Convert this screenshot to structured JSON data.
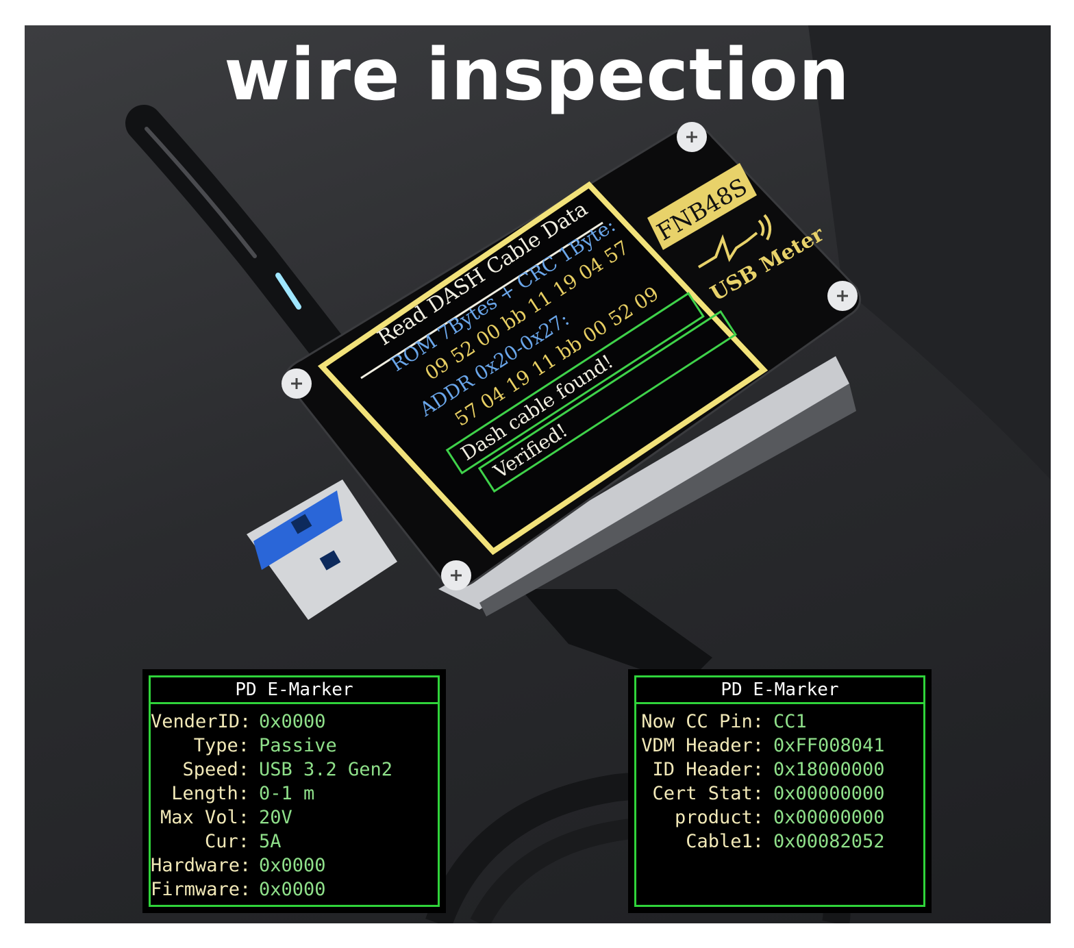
{
  "headline": "wire inspection",
  "device": {
    "model": "FNB48S",
    "product_line": "USB Meter",
    "screen": {
      "title": "Read DASH Cable Data",
      "rom_label": "ROM 7Bytes + CRC 1Byte:",
      "rom_bytes": "09 52 00 bb 11 19 04 57",
      "addr_label": "ADDR 0x20-0x27:",
      "addr_bytes": "57 04 19 11 bb 00 52 09",
      "status_found": "Dash cable found!",
      "status_verified": "Verified!"
    }
  },
  "panels": [
    {
      "title": "PD E-Marker",
      "rows": [
        {
          "label": "VenderID:",
          "value": "0x0000"
        },
        {
          "label": "Type:",
          "value": "Passive"
        },
        {
          "label": "Speed:",
          "value": "USB 3.2 Gen2"
        },
        {
          "label": "Length:",
          "value": "0-1 m"
        },
        {
          "label": "Max Vol:",
          "value": "20V"
        },
        {
          "label": "Cur:",
          "value": "5A"
        },
        {
          "label": "Hardware:",
          "value": "0x0000"
        },
        {
          "label": "Firmware:",
          "value": "0x0000"
        }
      ]
    },
    {
      "title": "PD E-Marker",
      "rows": [
        {
          "label": "Now CC Pin:",
          "value": "CC1"
        },
        {
          "label": "VDM Header:",
          "value": "0xFF008041"
        },
        {
          "label": "ID Header:",
          "value": "0x18000000"
        },
        {
          "label": "Cert Stat:",
          "value": "0x00000000"
        },
        {
          "label": "product:",
          "value": "0x00000000"
        },
        {
          "label": "Cable1:",
          "value": "0x00082052"
        }
      ]
    }
  ],
  "colors": {
    "screen_frame": "#f2e27a",
    "screen_header": "#f1efe2",
    "screen_label": "#6aa6ea",
    "screen_value": "#e8cf63",
    "status_green": "#3fd24a",
    "brand_gold": "#e8d26a",
    "panel_border": "#2fd33a",
    "panel_label": "#f2e9b8",
    "panel_value": "#8fe08a"
  }
}
